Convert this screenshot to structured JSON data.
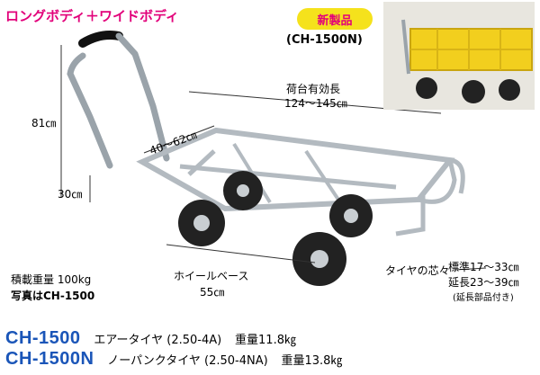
{
  "headline": "ロングボディ＋ワイドボディ",
  "new_product_badge": "新製品",
  "inset_model": "(CH-1500N)",
  "dimensions": {
    "loading_platform_label": "荷台有効長",
    "loading_platform_value": "124〜145㎝",
    "width_range": "40〜62㎝",
    "height": "81㎝",
    "deck_height": "30㎝",
    "wheelbase_label": "ホイールベース",
    "wheelbase_value": "55㎝",
    "tire_width_label": "タイヤの芯々",
    "standard": "標準17〜33㎝",
    "extended": "延長23〜39㎝",
    "extended_note": "(延長部品付き)"
  },
  "capacity_label": "積載重量 100kg",
  "photo_note": "写真はCH-1500",
  "models": [
    {
      "name": "CH-1500",
      "desc": "エアータイヤ (2.50-4A)",
      "weight": "重量11.8㎏"
    },
    {
      "name": "CH-1500N",
      "desc": "ノーパンクタイヤ (2.50-4NA)",
      "weight": "重量13.8㎏"
    }
  ],
  "colors": {
    "accent_magenta": "#e2007a",
    "badge_yellow": "#f5e21c",
    "model_blue": "#1a55b8",
    "crate_yellow": "#f2cf1e"
  }
}
